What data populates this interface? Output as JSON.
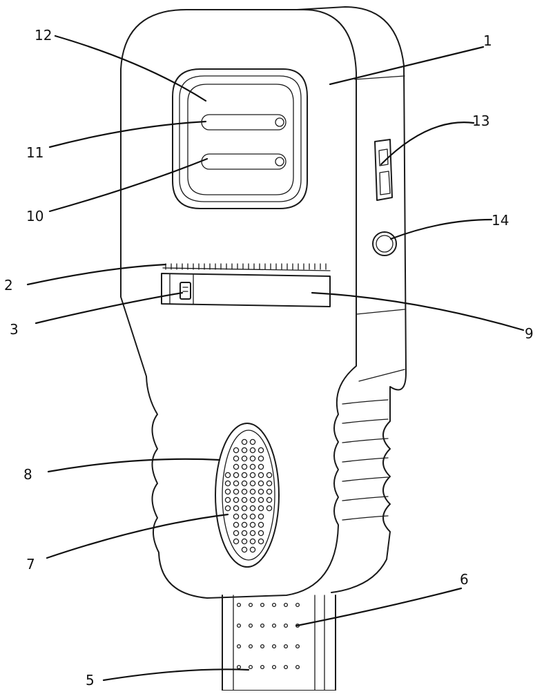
{
  "callouts": [
    {
      "id": "c1",
      "text": "1"
    },
    {
      "id": "c2",
      "text": "2"
    },
    {
      "id": "c3",
      "text": "3"
    },
    {
      "id": "c5",
      "text": "5"
    },
    {
      "id": "c6",
      "text": "6"
    },
    {
      "id": "c7",
      "text": "7"
    },
    {
      "id": "c8",
      "text": "8"
    },
    {
      "id": "c9",
      "text": "9"
    },
    {
      "id": "c10",
      "text": "10"
    },
    {
      "id": "c11",
      "text": "11"
    },
    {
      "id": "c12",
      "text": "12"
    },
    {
      "id": "c13",
      "text": "13"
    },
    {
      "id": "c14",
      "text": "14"
    }
  ],
  "colors": {
    "line": "#1a1a1a",
    "background": "#ffffff"
  }
}
